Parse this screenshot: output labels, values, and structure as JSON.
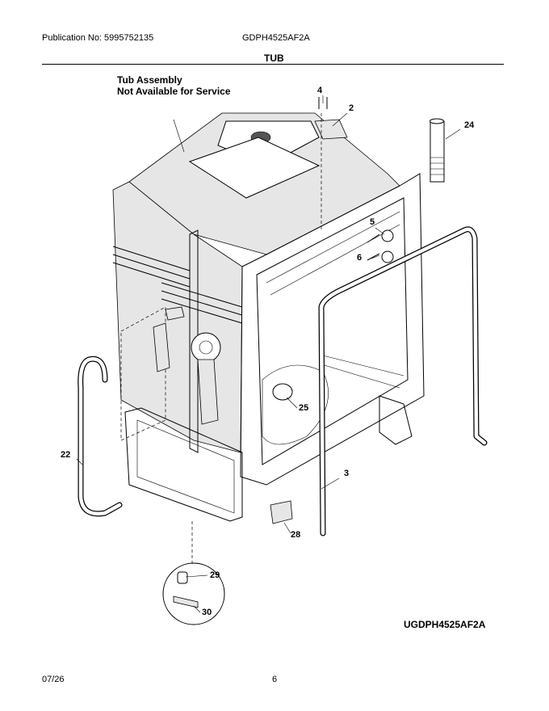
{
  "header": {
    "publication": "Publication No: 5995752135",
    "model": "GDPH4525AF2A"
  },
  "section_title": "TUB",
  "note": {
    "line1": "Tub Assembly",
    "line2": "Not Available for Service"
  },
  "callouts": [
    "4",
    "2",
    "24",
    "5",
    "6",
    "25",
    "22",
    "3",
    "28",
    "29",
    "30"
  ],
  "diagram_code": "UGDPH4525AF2A",
  "footer": {
    "date": "07/26",
    "page": "6"
  }
}
